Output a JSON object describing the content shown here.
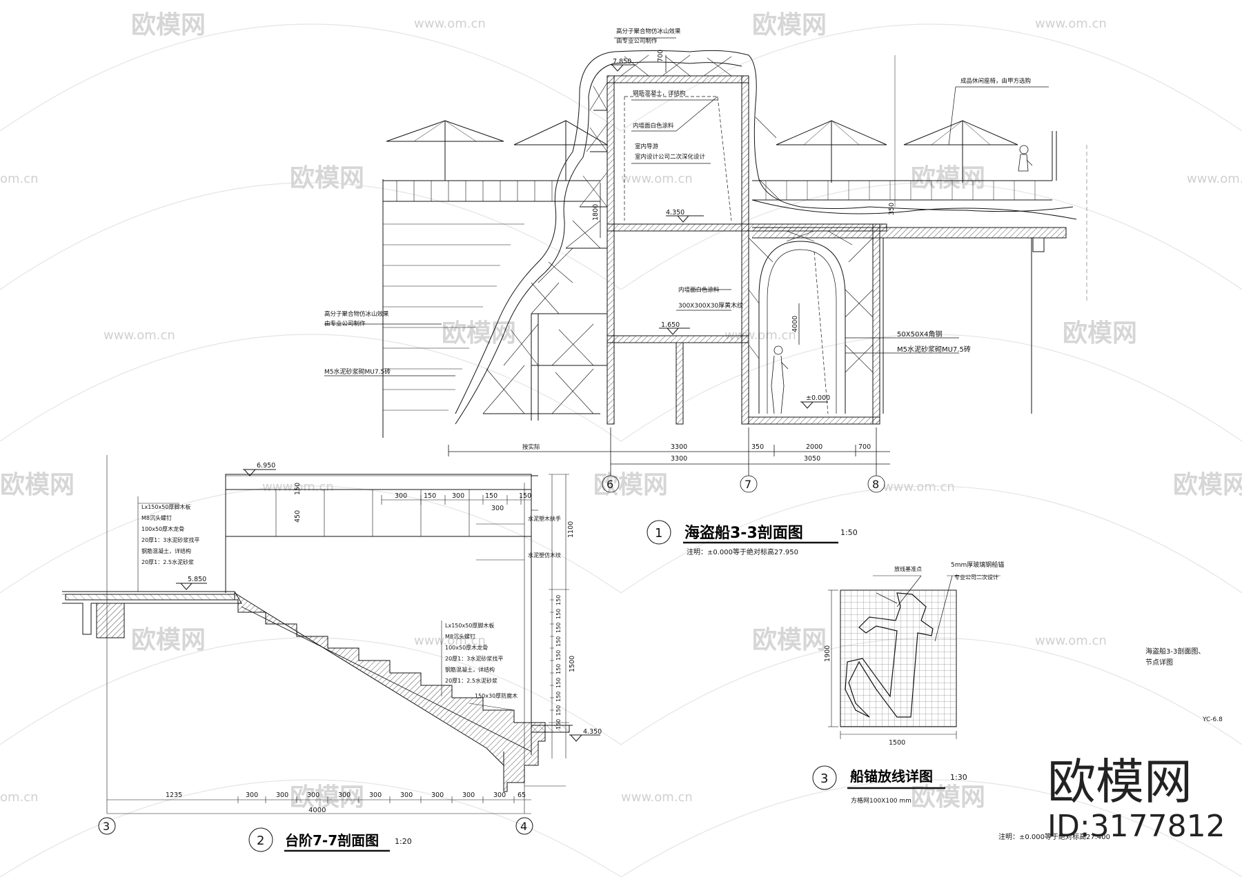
{
  "watermark": {
    "brand": "欧模网",
    "url": "www.om.cn",
    "url_short": "om.cn"
  },
  "brand_corner": {
    "name": "欧模网",
    "id": "ID:3177812"
  },
  "section1": {
    "number": "1",
    "title": "海盗船3-3剖面图",
    "scale": "1:50",
    "note": "注明：±0.000等于绝对标高27.950",
    "labels": {
      "top_finish": "高分子聚合物仿冰山效果",
      "top_maker": "由专业公司制作",
      "rc": "钢筋混凝土，详结构",
      "inner_wall_top": "内墙面白色涂料",
      "interior_guide": "室内导游",
      "interior_design": "室内设计公司二次深化设计",
      "umbrella": "成品休闲座椅，由甲方选购",
      "left_finish": "高分子聚合物仿冰山效果",
      "left_maker": "由专业公司制作",
      "left_brick": "M5水泥砂浆砌MU7.5砖",
      "inner_wall_mid": "内墙面白色涂料",
      "tile": "300X300X30厚黄木纹",
      "angle_steel": "50X50X4角钢",
      "right_brick": "M5水泥砂浆砌MU7.5砖"
    },
    "elevations": {
      "e_top": "7.850",
      "e_floor2": "4.350",
      "e_floor1": "1.650",
      "e_ground": "±0.000"
    },
    "dims": {
      "h_top": "700",
      "h_mid": "1800",
      "h_arch": "4000",
      "h_right": "350",
      "by_site": "按实际",
      "d1": "3300",
      "d2": "350",
      "d3": "2000",
      "d4": "700",
      "total1": "3300",
      "total2": "3050"
    },
    "axes": [
      "6",
      "7",
      "8"
    ]
  },
  "section2": {
    "number": "2",
    "title": "台阶7-7剖面图",
    "scale": "1:20",
    "left_labels": [
      "Lx150x50厚脚木板",
      "M8沉头螺钉",
      "100x50厚木龙骨",
      "20厚1：3水泥砂浆找平",
      "钢筋混凝土，详结构",
      "20厚1：2.5水泥砂浆"
    ],
    "inner_labels": [
      "Lx150x50厚脚木板",
      "M8沉头螺钉",
      "100x50厚木龙骨",
      "20厚1：3水泥砂浆找平",
      "钢筋混凝土，详结构",
      "20厚1：2.5水泥砂浆",
      "150x30厚防腐木"
    ],
    "rail_labels": {
      "handrail": "水泥塑木扶手",
      "post": "水泥塑仿木纹"
    },
    "elevations": {
      "top": "6.950",
      "landing": "5.850",
      "bottom": "4.350"
    },
    "top_dims": [
      "300",
      "150",
      "300",
      "150",
      "300",
      "150"
    ],
    "right_dims": {
      "top": "150",
      "mid": "450",
      "rail": "1100",
      "risers": [
        "150",
        "150",
        "150",
        "150",
        "150",
        "150",
        "150",
        "150",
        "150",
        "150"
      ],
      "total": "1500"
    },
    "bottom_dims": {
      "landing": "1235",
      "treads": [
        "300",
        "300",
        "300",
        "300",
        "300",
        "300",
        "300",
        "300",
        "300"
      ],
      "tail": "65",
      "total": "4000"
    },
    "axes": [
      "3",
      "4"
    ]
  },
  "section3": {
    "number": "3",
    "title": "船锚放线详图",
    "scale": "1:30",
    "labels": {
      "datum": "放线基准点",
      "steel": "5mm厚玻璃钢船锚",
      "pro": "专业公司二次设计"
    },
    "grid_note": "方格网100X100 mm",
    "dims": {
      "height": "1900",
      "width": "1500"
    }
  },
  "sheet": {
    "title_line1": "海盗船3-3剖面图、",
    "title_line2": "节点详图",
    "code": "YC-6.8",
    "note": "注明：±0.000等于绝对标高27.400"
  }
}
